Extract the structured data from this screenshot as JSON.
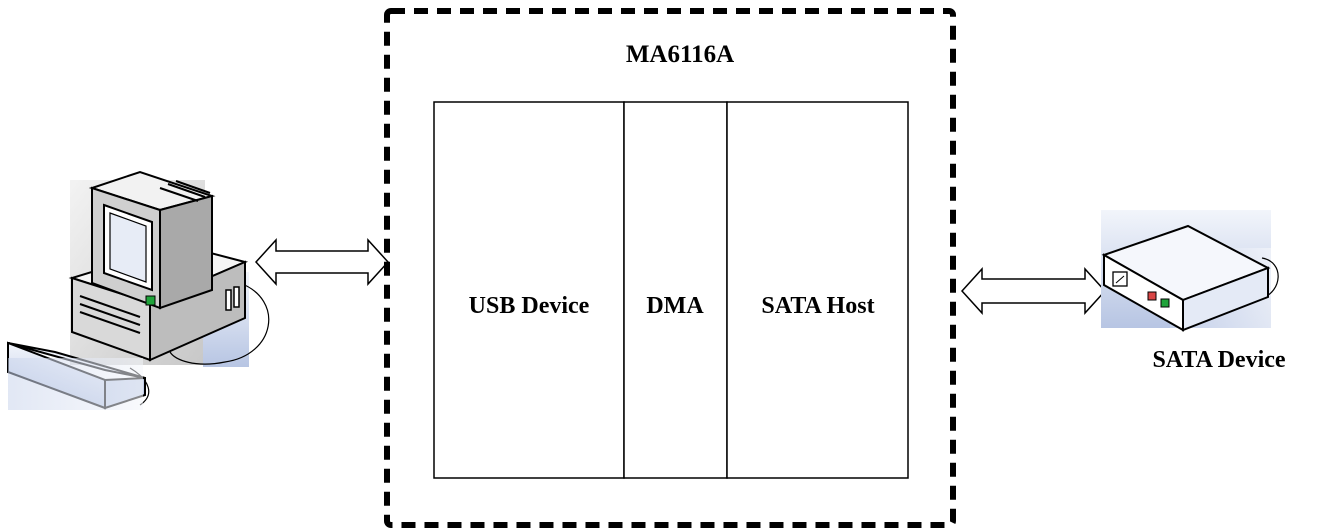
{
  "chip": {
    "title": "MA6116A",
    "blocks": [
      {
        "label": "USB Device"
      },
      {
        "label": "DMA"
      },
      {
        "label": "SATA Host"
      }
    ]
  },
  "devices": {
    "sata_device_label": "SATA Device"
  },
  "icons": {
    "host": "desktop-computer-icon",
    "target": "sata-drive-icon"
  },
  "colors": {
    "stroke": "#000000",
    "background": "#ffffff",
    "icon_gradient_light": "#eef2fa",
    "icon_gradient_dark": "#b9c7e4",
    "led_green": "#1fa33a",
    "led_red": "#d84545"
  }
}
